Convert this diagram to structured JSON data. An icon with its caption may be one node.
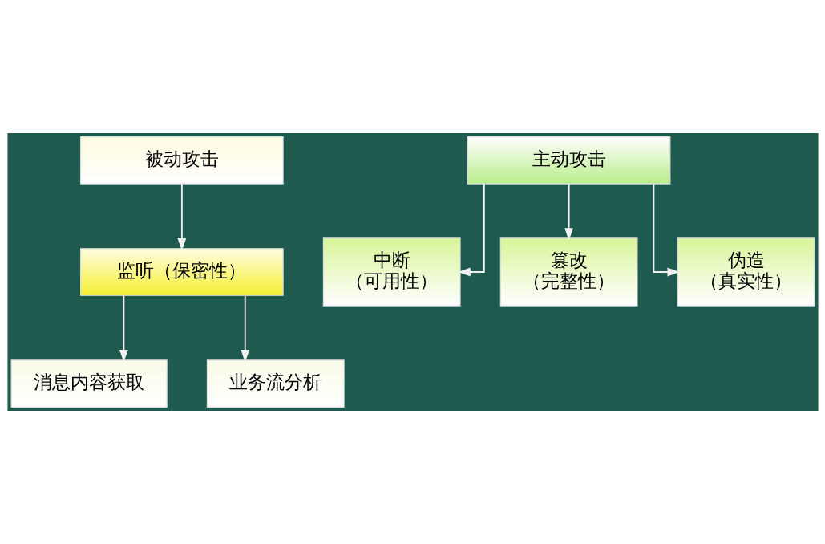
{
  "diagram": {
    "nodes": [
      {
        "text": [
          "被动攻击"
        ]
      },
      {
        "text": [
          "主动攻击"
        ]
      },
      {
        "text": [
          "监听（保密性）"
        ]
      },
      {
        "text": [
          "消息内容获取"
        ]
      },
      {
        "text": [
          "业务流分析"
        ]
      },
      {
        "text": [
          "中断",
          "（可用性）"
        ]
      },
      {
        "text": [
          "篡改",
          "（完整性）"
        ]
      },
      {
        "text": [
          "伪造",
          "（真实性）"
        ]
      }
    ],
    "edges": [
      {
        "from": 0,
        "to": 2,
        "arrow": "to"
      },
      {
        "from": 2,
        "to": 3,
        "arrow": "to"
      },
      {
        "from": 2,
        "to": 4,
        "arrow": "to"
      },
      {
        "from": 1,
        "to": 5,
        "arrow": "to"
      },
      {
        "from": 1,
        "to": 6,
        "arrow": "to"
      },
      {
        "from": 1,
        "to": 7,
        "arrow": "to"
      }
    ]
  }
}
